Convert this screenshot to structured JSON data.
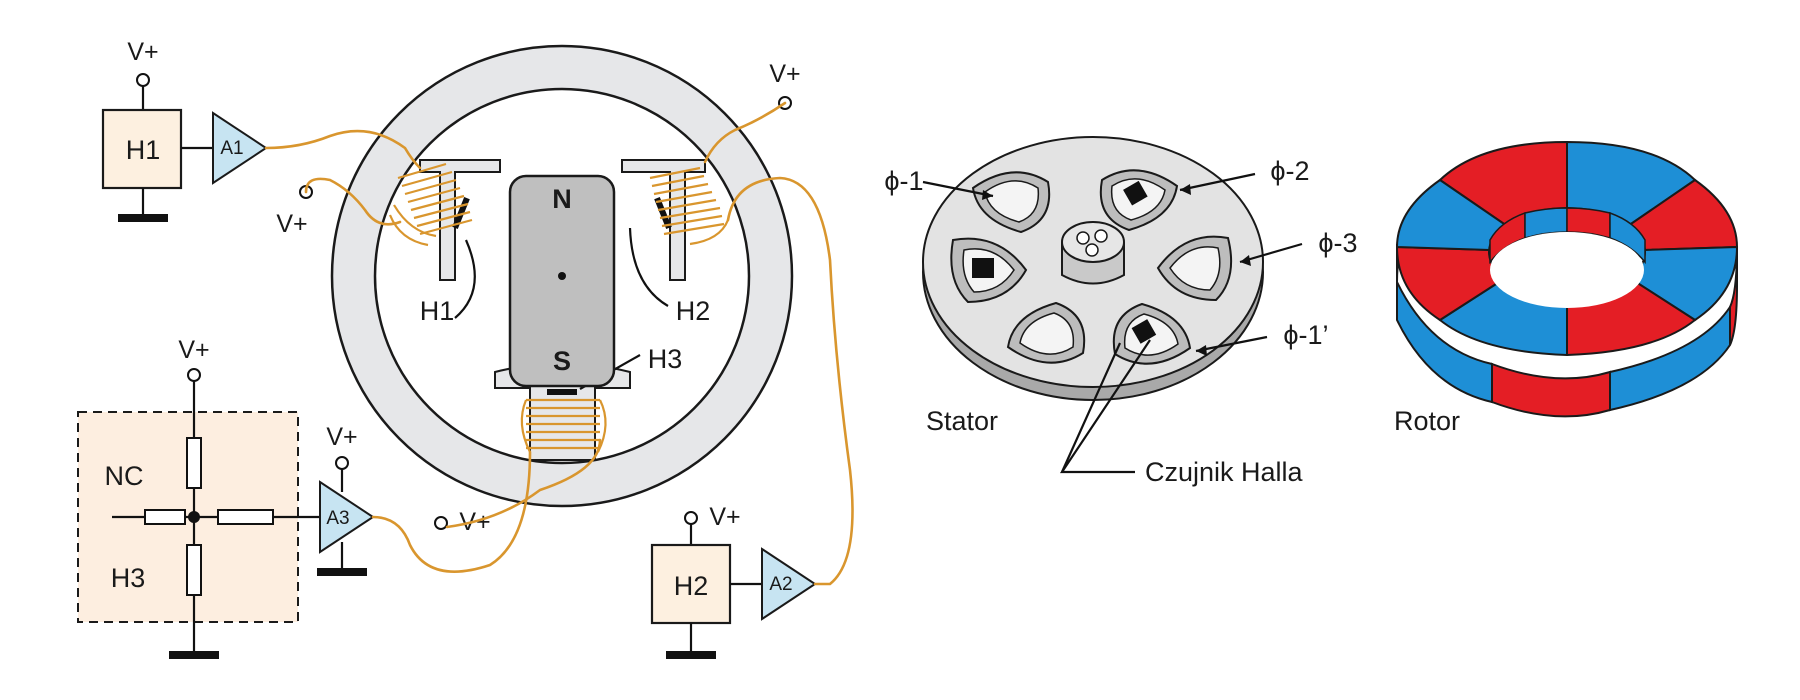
{
  "motor_schematic": {
    "supply_label": "V+",
    "hall_blocks": [
      "H1",
      "H2"
    ],
    "amplifiers": [
      "A1",
      "A2",
      "A3"
    ],
    "rotor_poles": [
      "N",
      "S"
    ],
    "hall_sensors": [
      "H1",
      "H2",
      "H3"
    ],
    "bridge": {
      "top_label": "NC",
      "bottom_label": "H3"
    }
  },
  "stator_view": {
    "title": "Stator",
    "phases": [
      "ϕ-1",
      "ϕ-2",
      "ϕ-3",
      "ϕ-1’"
    ],
    "hall_sensor_label": "Czujnik Halla"
  },
  "rotor_view": {
    "title": "Rotor",
    "pole_colors": {
      "north": "#e41e25",
      "south": "#1e8fd6"
    }
  },
  "colors": {
    "winding": "#d9962e",
    "hall_block_fill": "#fdf0e0",
    "bridge_fill": "#fdeee0",
    "amplifier_fill": "#c7e4f2",
    "stator_ring": "#e6e7e9",
    "rotor_magnet": "#bfbfbf"
  }
}
